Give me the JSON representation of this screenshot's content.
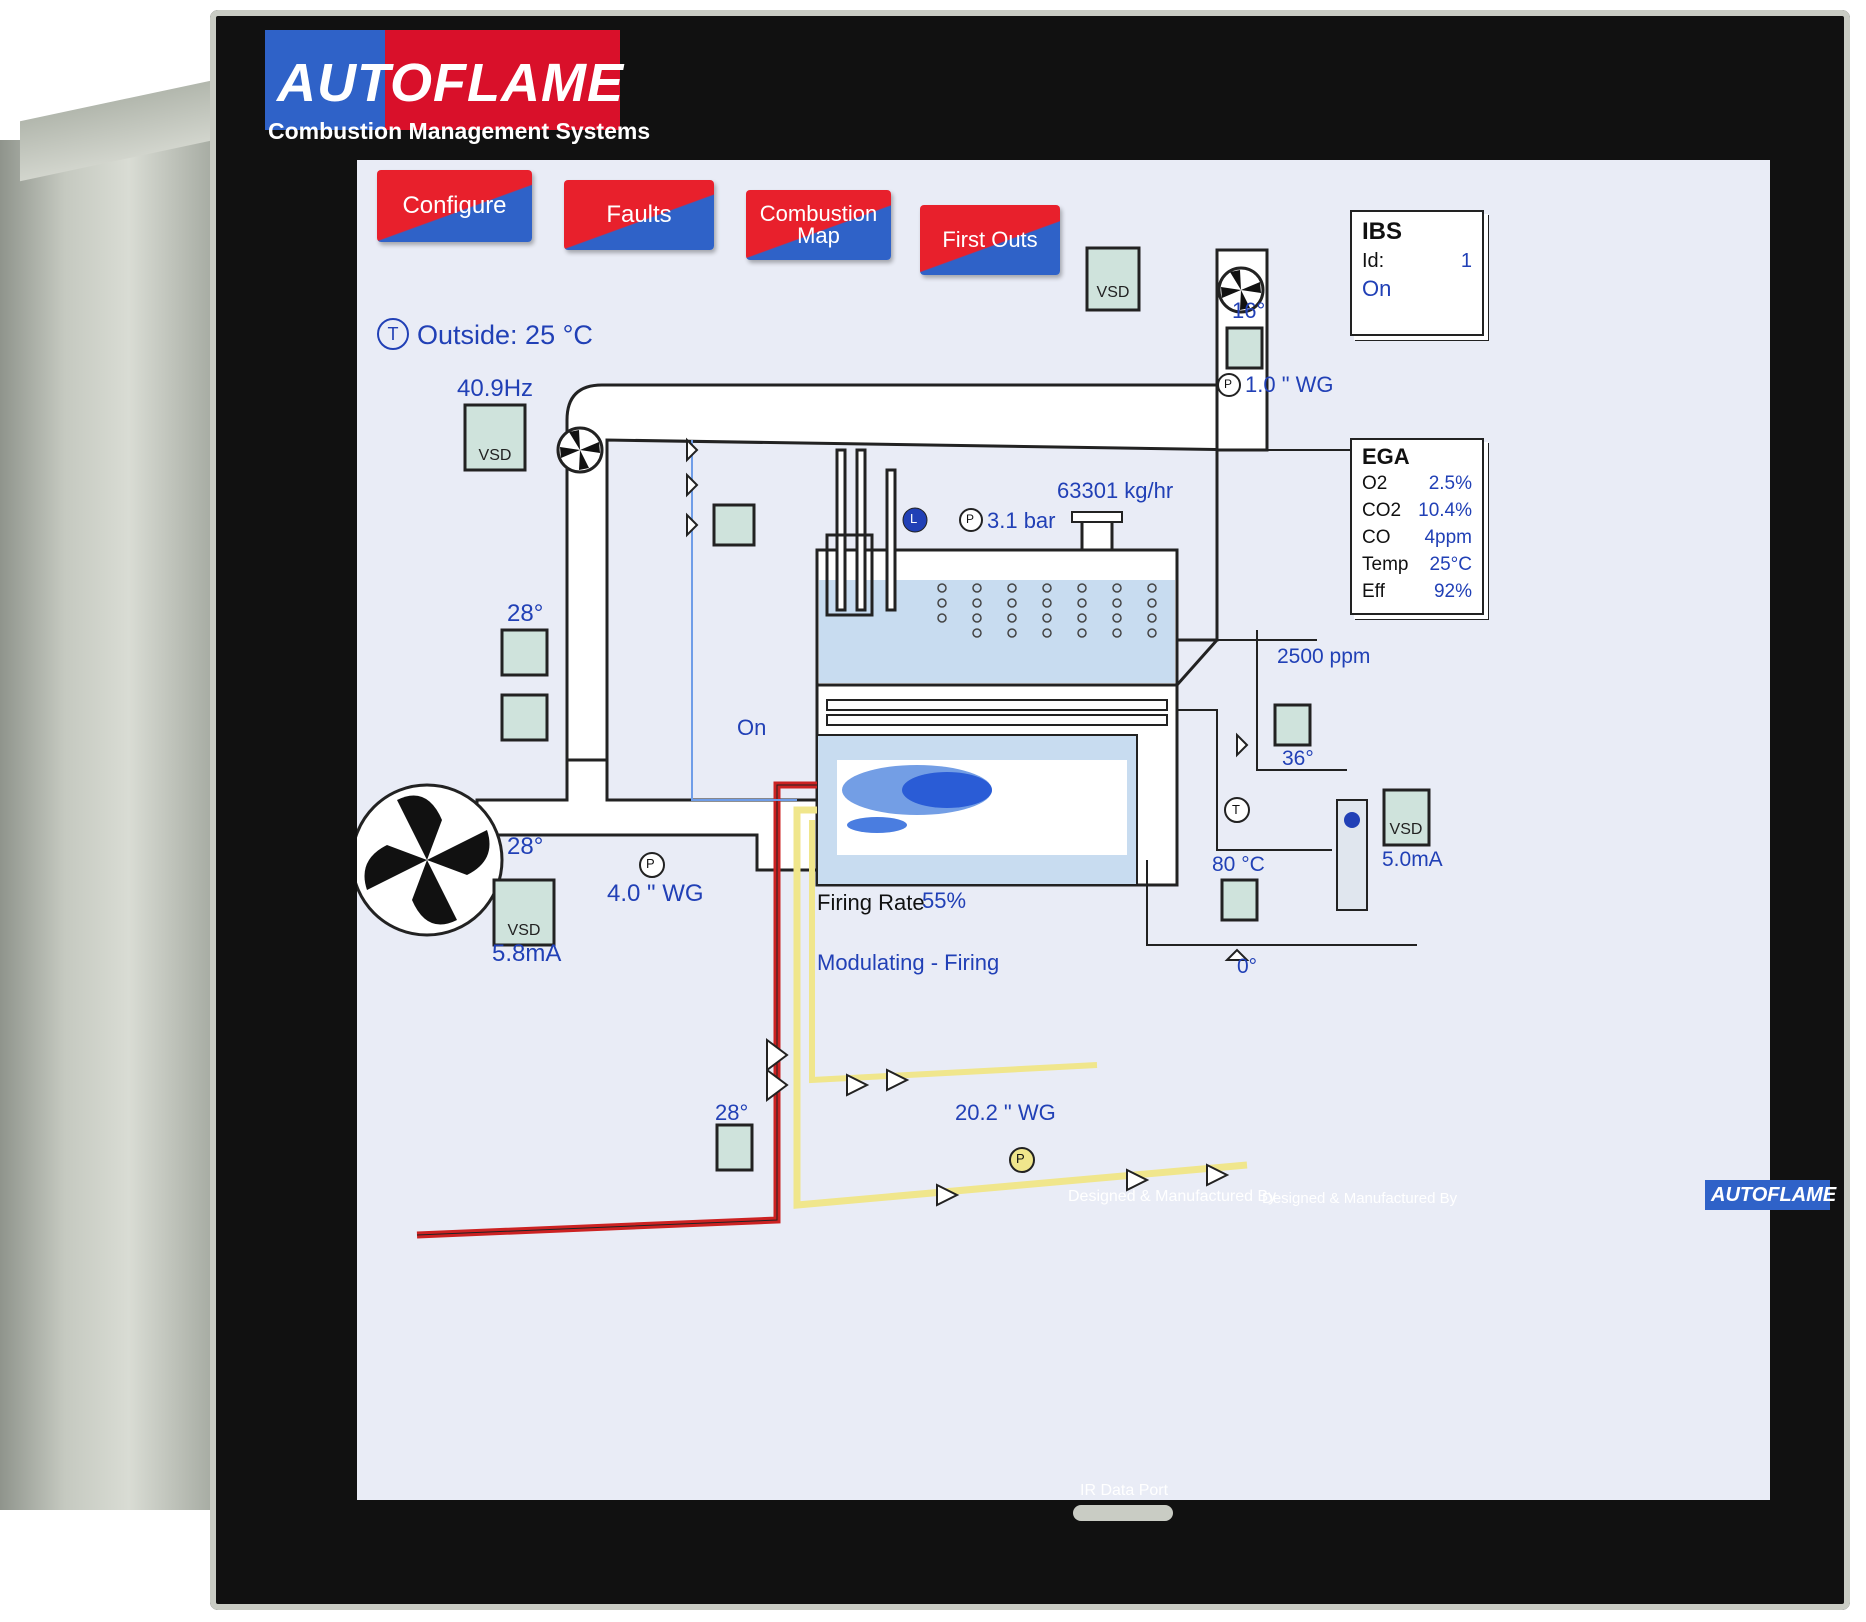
{
  "brand": {
    "logo_text": "AUTOFLAME",
    "tagline": "Combustion Management Systems",
    "footer_prefix": "Designed & Manufactured By",
    "footer_logo": "AUTOFLAME",
    "ir_port_label": "IR Data Port"
  },
  "nav": {
    "configure": "Configure",
    "faults": "Faults",
    "combustion_map_line1": "Combustion",
    "combustion_map_line2": "Map",
    "first_outs": "First Outs"
  },
  "outside": {
    "badge": "T",
    "text": "Outside: 25 °C"
  },
  "ibs": {
    "title": "IBS",
    "id_label": "Id:",
    "id_value": "1",
    "status": "On"
  },
  "ega": {
    "title": "EGA",
    "rows": [
      {
        "label": "O2",
        "value": "2.5%"
      },
      {
        "label": "CO2",
        "value": "10.4%"
      },
      {
        "label": "CO",
        "value": "4ppm"
      },
      {
        "label": "Temp",
        "value": "25°C"
      },
      {
        "label": "Eff",
        "value": "92%"
      }
    ]
  },
  "readings": {
    "fd_fan_freq": "40.9Hz",
    "air_temp_upper": "28°",
    "air_temp_lower": "28°",
    "fd_vsd_current": "5.8mA",
    "wind_box_pressure": "4.0 \" WG",
    "steam_flow": "63301 kg/hr",
    "steam_pressure": "3.1 bar",
    "flue_temp": "16°",
    "flue_pressure": "1.0 \" WG",
    "tds": "2500 ppm",
    "blowdown_temp": "36°",
    "feed_temp": "80 °C",
    "pump_current": "5.0mA",
    "feed_valve": "0°",
    "burner_status": "On",
    "firing_rate_label": "Firing Rate",
    "firing_rate_value": "55%",
    "mode": "Modulating - Firing",
    "oil_temp": "28°",
    "gas_pressure": "20.2 \" WG"
  },
  "badges": {
    "pressure": "P",
    "level": "L",
    "temp": "T",
    "vsd": "VSD"
  },
  "colors": {
    "screen_bg": "#e9ecf6",
    "label_blue": "#2140b6",
    "oil_line": "#cc2222",
    "gas_line": "#f0e68c",
    "water": "#c8dcf0",
    "device_green": "#cfe3dc",
    "brand_red": "#d9102a",
    "brand_blue": "#2f62c8"
  },
  "icons": [
    "fan-icon",
    "vsd-icon",
    "valve-icon",
    "pressure-sensor-icon",
    "temperature-sensor-icon",
    "level-sensor-icon",
    "flame-icon",
    "pump-icon"
  ]
}
